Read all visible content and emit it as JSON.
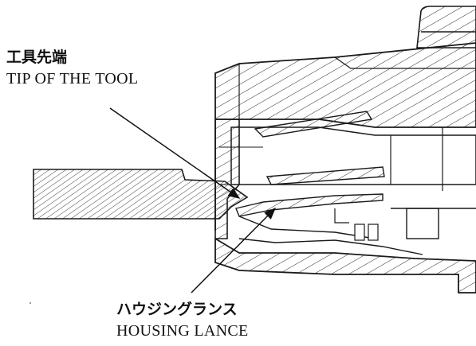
{
  "labels": {
    "tool_tip_ja": "工具先端",
    "tool_tip_en": "TIP OF THE TOOL",
    "housing_lance_ja": "ハウジングランス",
    "housing_lance_en": "HOUSING  LANCE"
  },
  "colors": {
    "line": "#1a1a1a",
    "hatch": "#2a2a2a",
    "background": "#ffffff"
  }
}
